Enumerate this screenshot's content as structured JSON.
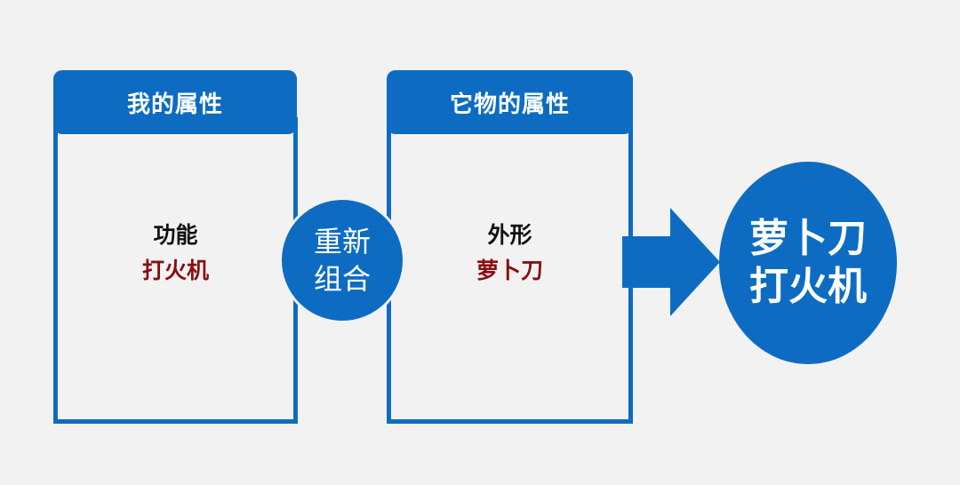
{
  "colors": {
    "primary": "#0d6cc2",
    "value_text": "#8b0d10",
    "background": "#f2f2f3"
  },
  "left_panel": {
    "header": "我的属性",
    "attribute_label": "功能",
    "attribute_value": "打火机"
  },
  "right_panel": {
    "header": "它物的属性",
    "attribute_label": "外形",
    "attribute_value": "萝卜刀"
  },
  "combine_circle": {
    "line1": "重新",
    "line2": "组合"
  },
  "result_circle": {
    "line1": "萝卜刀",
    "line2": "打火机"
  }
}
